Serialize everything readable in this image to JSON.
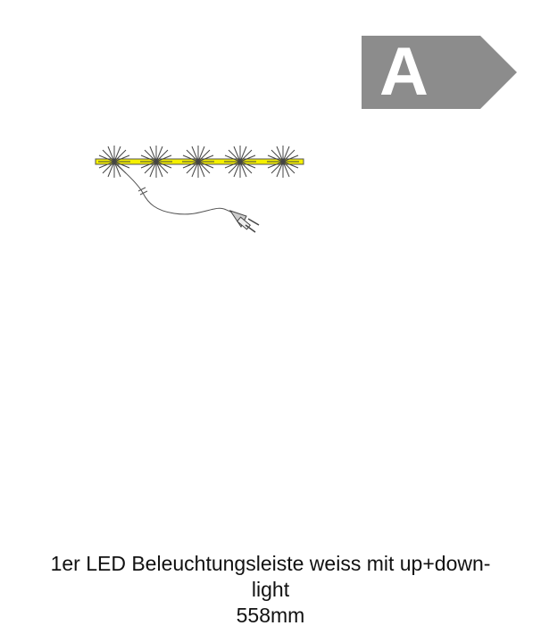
{
  "energy_label": {
    "class": "A",
    "color": "#8c8c8c",
    "text_color": "#ffffff"
  },
  "product_drawing": {
    "icon": "led-light-bar-with-plug-icon",
    "bar_color": "#f5f000",
    "led_count": 5
  },
  "caption": {
    "line1": "1er LED Beleuchtungsleiste weiss mit up+down-",
    "line2": "light",
    "line3": "558mm"
  }
}
